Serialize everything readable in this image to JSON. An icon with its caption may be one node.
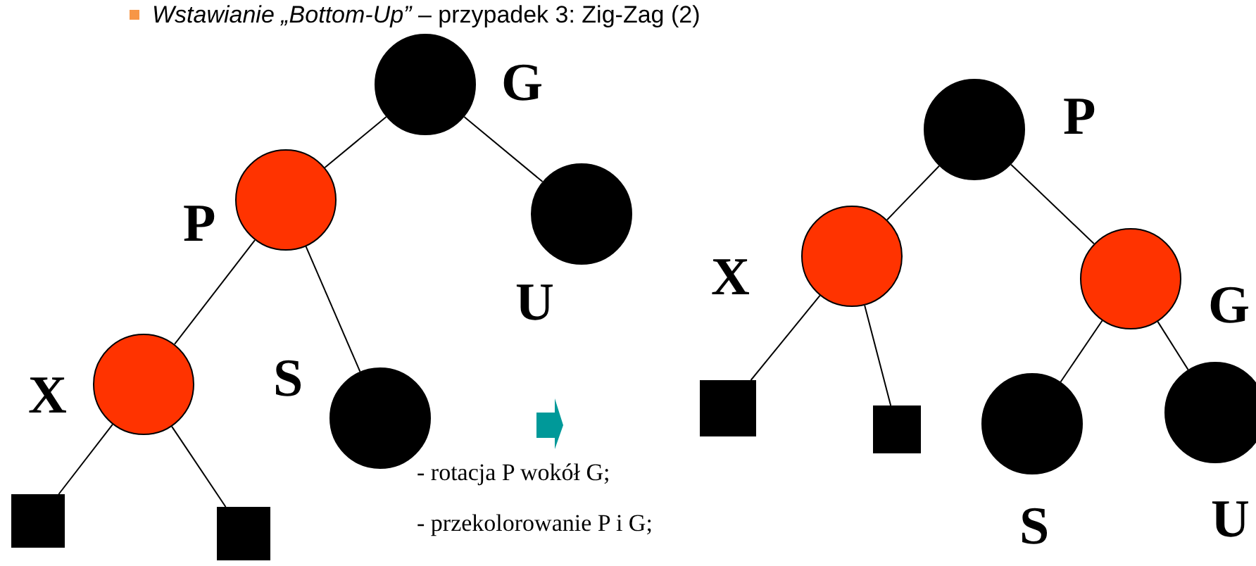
{
  "diagram": {
    "title": "*Wstawianie „Bottom-Up”* – przypadek 3: Zig-Zag (2)",
    "nodes": [
      {
        "text": [],
        "shape": "circle",
        "beside": [
          "G"
        ]
      },
      {
        "text": [],
        "shape": "circle",
        "beside": [
          "P"
        ]
      },
      {
        "text": [],
        "shape": "circle",
        "beside": [
          "U"
        ]
      },
      {
        "text": [],
        "shape": "circle",
        "beside": [
          "X"
        ]
      },
      {
        "text": [],
        "shape": "circle",
        "beside": [
          "S"
        ]
      },
      {
        "text": [],
        "shape": "box"
      },
      {
        "text": [],
        "shape": "box"
      },
      {
        "text": [],
        "shape": "circle",
        "beside": [
          "P"
        ]
      },
      {
        "text": [],
        "shape": "circle",
        "beside": [
          "X"
        ]
      },
      {
        "text": [],
        "shape": "circle",
        "beside": [
          "G"
        ]
      },
      {
        "text": [],
        "shape": "box"
      },
      {
        "text": [],
        "shape": "box"
      },
      {
        "text": [],
        "shape": "circle",
        "beside": [
          "S"
        ]
      },
      {
        "text": [],
        "shape": "circle",
        "beside": [
          "U"
        ]
      }
    ],
    "edges": [
      {
        "from": 0,
        "to": 1,
        "arrow": "none"
      },
      {
        "from": 0,
        "to": 2,
        "arrow": "none"
      },
      {
        "from": 1,
        "to": 3,
        "arrow": "none"
      },
      {
        "from": 1,
        "to": 4,
        "arrow": "none"
      },
      {
        "from": 3,
        "to": 5,
        "arrow": "none"
      },
      {
        "from": 3,
        "to": 6,
        "arrow": "none"
      },
      {
        "from": 7,
        "to": 8,
        "arrow": "none"
      },
      {
        "from": 7,
        "to": 9,
        "arrow": "none"
      },
      {
        "from": 8,
        "to": 10,
        "arrow": "none"
      },
      {
        "from": 8,
        "to": 11,
        "arrow": "none"
      },
      {
        "from": 9,
        "to": 12,
        "arrow": "none"
      },
      {
        "from": 9,
        "to": 13,
        "arrow": "none"
      }
    ],
    "labels": [
      "- rotacja P wokół G;",
      "- przekolorowanie P i G;"
    ]
  }
}
